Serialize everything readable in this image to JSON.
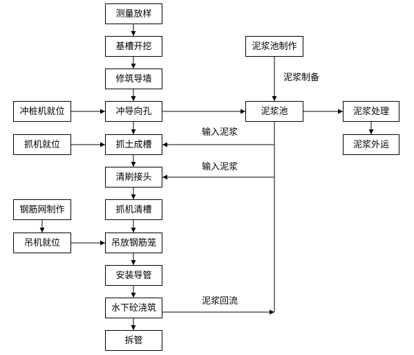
{
  "diagram": {
    "nodes": {
      "survey_layout": "测量放样",
      "trench_excavation": "基槽开挖",
      "guide_wall": "修筑导墙",
      "piling_machine_ready": "冲桩机就位",
      "guide_hole": "冲导向孔",
      "grab_ready": "抓机就位",
      "grab_trench": "抓土成槽",
      "clean_joint": "清刷接头",
      "grab_clean": "抓机清槽",
      "steel_mesh_fabrication": "钢筋网制作",
      "crane_ready": "吊机就位",
      "lower_cage": "吊放钢筋笼",
      "install_tremie": "安装导管",
      "underwater_concrete": "水下砼浇筑",
      "remove_tremie": "拆管",
      "slurry_tank_making": "泥浆池制作",
      "slurry_tank": "泥浆池",
      "slurry_treatment": "泥浆处理",
      "slurry_haulage": "泥浆外运"
    },
    "edge_labels": {
      "slurry_preparation": "泥浆制备",
      "slurry_input_1": "输入泥浆",
      "slurry_input_2": "输入泥浆",
      "slurry_return": "泥浆回流"
    }
  }
}
